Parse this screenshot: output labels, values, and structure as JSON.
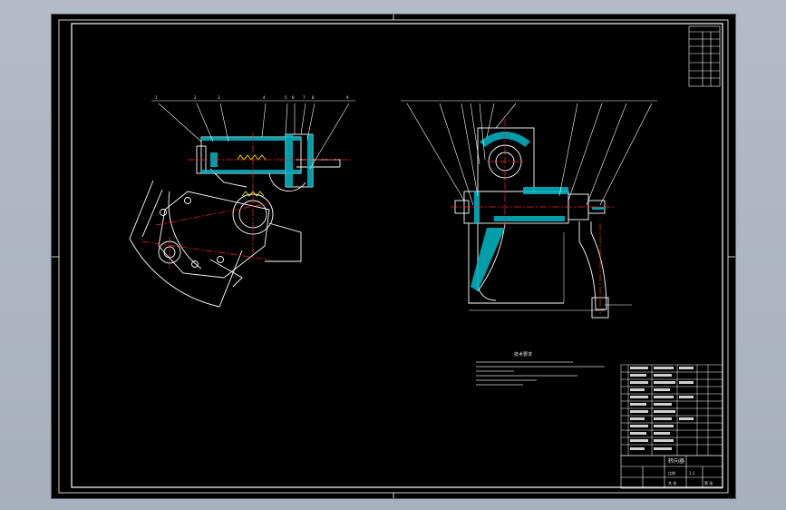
{
  "viewer": {
    "background": "#b0b6c2",
    "canvas_color": "#000000",
    "line_color": "#ffffff",
    "center_line_color": "#ff2020",
    "section_color": "#00b8c8",
    "hidden_line_color": "#ffff00"
  },
  "title_block": {
    "drawing_name": "转向器",
    "scale_label": "比例",
    "scale_value": "1:1",
    "sheet_label": "共 张",
    "sheet_of": "第 张"
  },
  "tech_requirements": {
    "heading": "技术要求"
  }
}
